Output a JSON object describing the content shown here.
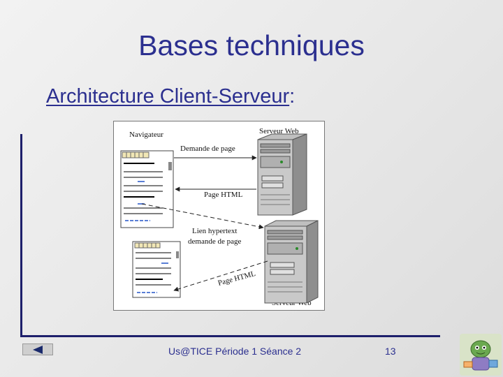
{
  "slide": {
    "title": "Bases techniques",
    "subtitle_main": "Architecture Client-Serveur",
    "subtitle_suffix": ":",
    "footer": "Us@TICE Période 1 Séance 2",
    "page_number": "13"
  },
  "diagram": {
    "navigator_label": "Navigateur",
    "server_top_label": "Serveur Web",
    "request_label": "Demande de page",
    "response_label": "Page HTML",
    "hyperlink_label_line1": "Lien hypertext",
    "hyperlink_label_line2": "demande de page",
    "response2_label": "Page HTML",
    "server_bottom_label": "Serveur Web"
  },
  "colors": {
    "title": "#2b2f8f",
    "rule": "#1d1f6b"
  },
  "icons": {
    "back": "triangle-left",
    "logo": "mascot-logo"
  }
}
